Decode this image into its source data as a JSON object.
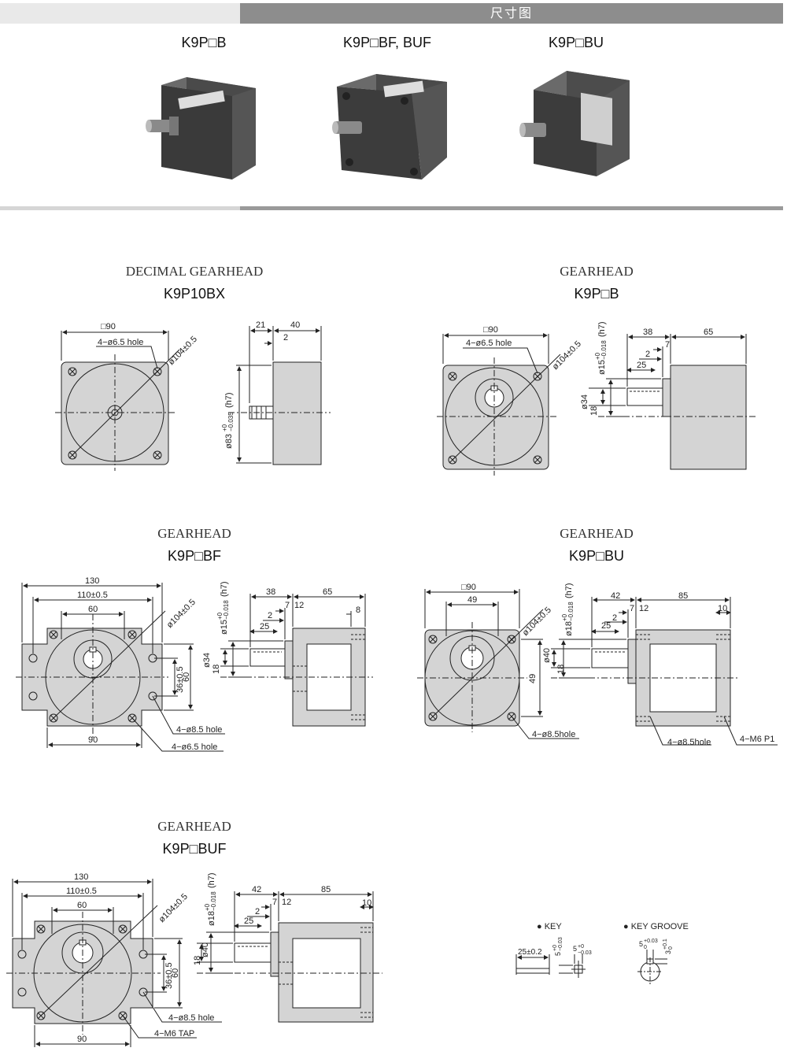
{
  "header": {
    "title": "尺寸图"
  },
  "products": [
    {
      "label": "K9P□B"
    },
    {
      "label": "K9P□BF, BUF"
    },
    {
      "label": "K9P□BU"
    }
  ],
  "drawings": {
    "k9p10bx": {
      "title": "DECIMAL GEARHEAD",
      "model": "K9P10BX",
      "dims": {
        "square": "□90",
        "holes": "4−ø6.5 hole",
        "pcd": "ø104±0.5",
        "shaft_dia": "ø83",
        "shaft_tol_top": "+0",
        "shaft_tol_bot": "−0.035",
        "shaft_fit": "(h7)",
        "d21": "21",
        "d40": "40",
        "d2": "2"
      }
    },
    "k9pb": {
      "title": "GEARHEAD",
      "model": "K9P□B",
      "dims": {
        "square": "□90",
        "holes": "4−ø6.5 hole",
        "pcd": "ø104±0.5",
        "shaft": "ø15",
        "shaft_tol_top": "+0",
        "shaft_tol_bot": "−0.018",
        "shaft_fit": "(h7)",
        "boss": "ø34",
        "d18": "18",
        "d38": "38",
        "d65": "65",
        "d7": "7",
        "d2": "2",
        "d25": "25"
      }
    },
    "k9pbf": {
      "title": "GEARHEAD",
      "model": "K9P□BF",
      "dims": {
        "w130": "130",
        "w110": "110±0.5",
        "w60": "60",
        "w90": "90",
        "pcd": "ø104±0.5",
        "h36": "36±0.5",
        "h60": "60",
        "holes1": "4−ø8.5 hole",
        "holes2": "4−ø6.5 hole",
        "shaft": "ø15",
        "shaft_tol_top": "+0",
        "shaft_tol_bot": "−0.018",
        "shaft_fit": "(h7)",
        "boss": "ø34",
        "d18": "18",
        "d38": "38",
        "d65": "65",
        "d7": "7",
        "d12": "12",
        "d2": "2",
        "d25": "25",
        "d8": "8"
      }
    },
    "k9pbu": {
      "title": "GEARHEAD",
      "model": "K9P□BU",
      "dims": {
        "square": "□90",
        "w49": "49",
        "pcd": "ø104±0.5",
        "boss": "ø40",
        "h49": "49",
        "holes1": "4−ø8.5hole",
        "holes2": "4−ø8.5hole",
        "tap": "4−M6 P1",
        "shaft": "ø18",
        "shaft_tol_top": "+0",
        "shaft_tol_bot": "−0.018",
        "shaft_fit": "(h7)",
        "d18": "18",
        "d42": "42",
        "d85": "85",
        "d7": "7",
        "d12": "12",
        "d2": "2",
        "d25": "25",
        "d10": "10"
      }
    },
    "k9pbuf": {
      "title": "GEARHEAD",
      "model": "K9P□BUF",
      "dims": {
        "w130": "130",
        "w110": "110±0.5",
        "w60": "60",
        "w90": "90",
        "pcd": "ø104±0.5",
        "h36": "36±0.5",
        "h60": "60",
        "holes1": "4−ø8.5 hole",
        "tap": "4−M6 TAP",
        "shaft": "ø18",
        "shaft_tol_top": "+0",
        "shaft_tol_bot": "−0.018",
        "shaft_fit": "(h7)",
        "boss": "ø40",
        "d18": "18",
        "d42": "42",
        "d85": "85",
        "d7": "7",
        "d12": "12",
        "d2": "2",
        "d25": "25",
        "d10": "10"
      }
    },
    "key": {
      "key_label": "● KEY",
      "groove_label": "● KEY GROOVE",
      "key_len": "25±0.2",
      "key_w": "5",
      "key_w_tol_top": "+0",
      "key_w_tol_bot": "−0.03",
      "key_h": "5",
      "key_h_tol_top": "+0",
      "key_h_tol_bot": "−0.03",
      "groove_w": "5",
      "groove_w_tol_top": "+0.03",
      "groove_w_tol_bot": "0",
      "groove_d": "3",
      "groove_d_tol_top": "+0.1",
      "groove_d_tol_bot": "0"
    }
  },
  "colors": {
    "header_bar": "#8d8d8d",
    "header_light": "#e9e9e9",
    "drawing_fill": "#d4d4d4",
    "line": "#222222"
  }
}
